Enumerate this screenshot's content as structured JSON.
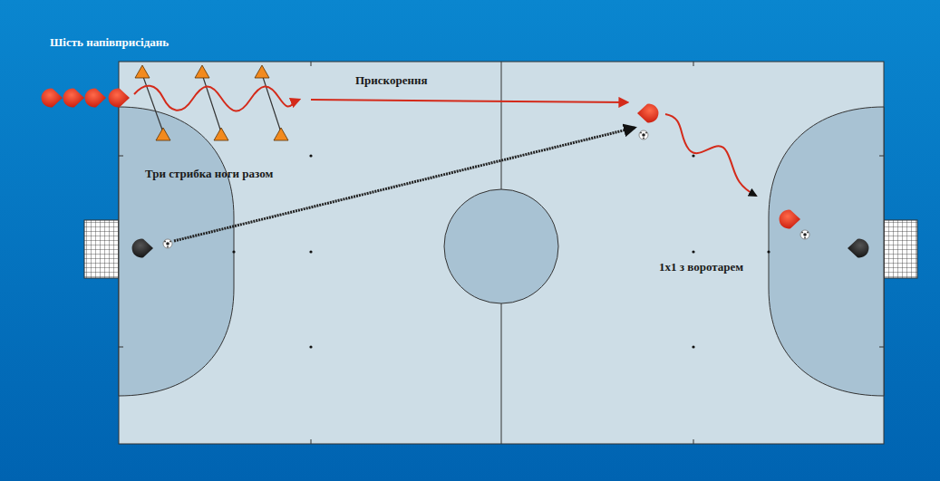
{
  "diagram": {
    "labels": [
      "Шість напівприсідань",
      "Прискорення",
      "Три стрибка ноги разом",
      "1х1 з воротарем"
    ]
  }
}
